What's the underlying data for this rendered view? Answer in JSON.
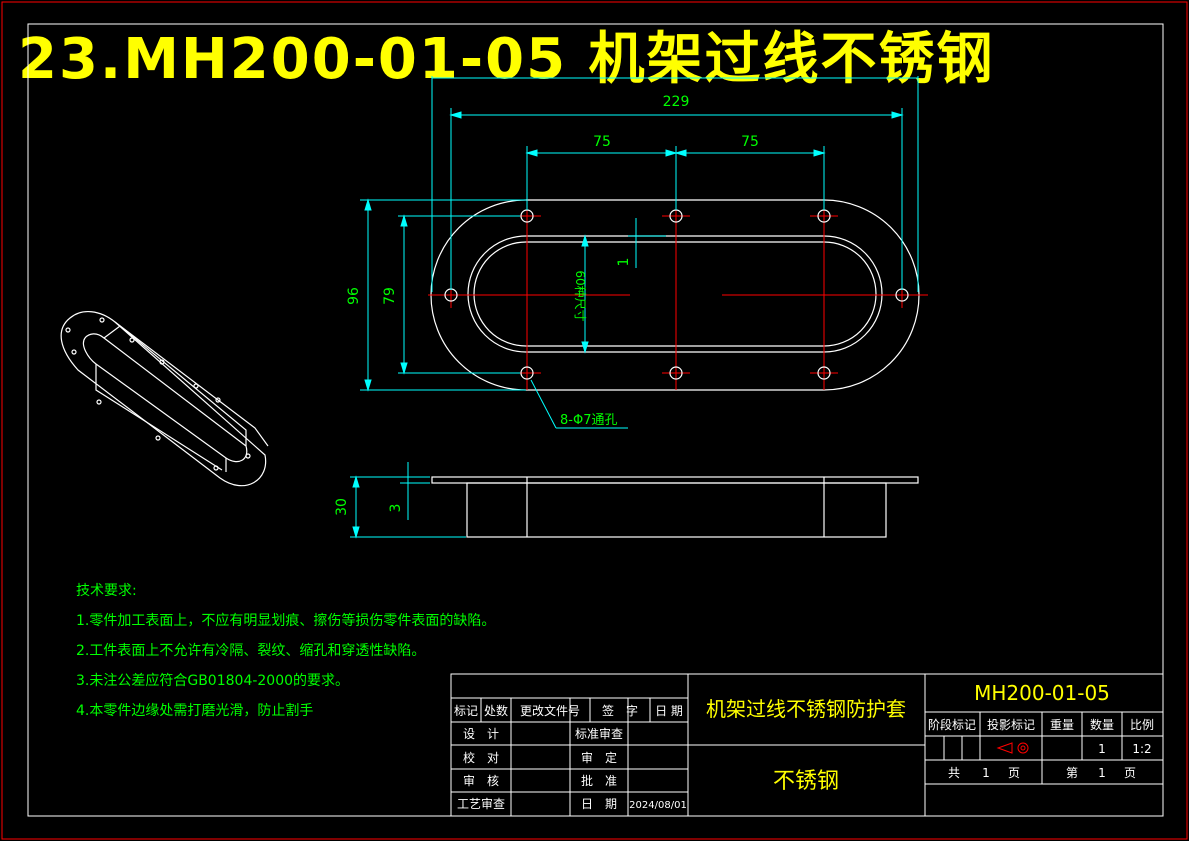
{
  "drawing": {
    "title": "23.MH200-01-05 机架过线不锈钢",
    "dimensions": {
      "d229": "229",
      "d75a": "75",
      "d75b": "75",
      "d96": "96",
      "d79": "79",
      "d60": "60种尺寸",
      "d1": "1",
      "d30": "30",
      "d3": "3",
      "holes": "8-Φ7通孔"
    },
    "notes": {
      "heading": "技术要求:",
      "items": [
        "1.零件加工表面上，不应有明显划痕、擦伤等损伤零件表面的缺陷。",
        "2.工件表面上不允许有冷隔、裂纹、缩孔和穿透性缺陷。",
        "3.未注公差应符合GB01804-2000的要求。",
        "4.本零件边缘处需打磨光滑，防止割手"
      ]
    },
    "title_block": {
      "rev_headers": [
        "标记",
        "处数",
        "更改文件号",
        "签　字",
        "日 期"
      ],
      "roles": [
        "设　计",
        "校　对",
        "审　核",
        "工艺审查"
      ],
      "roles2": [
        "标准审查",
        "审　定",
        "批　准",
        "日　期"
      ],
      "date": "2024/08/01",
      "part_name": "机架过线不锈钢防护套",
      "material": "不锈钢",
      "drawing_no": "MH200-01-05",
      "attr_headers": [
        "阶段标记",
        "投影标记",
        "重量",
        "数量",
        "比例"
      ],
      "quantity": "1",
      "scale": "1:2",
      "sheets_total_label": "共",
      "sheets_total": "1",
      "sheets_unit": "页",
      "sheet_no_label": "第",
      "sheet_no": "1",
      "sheet_unit": "页"
    }
  }
}
